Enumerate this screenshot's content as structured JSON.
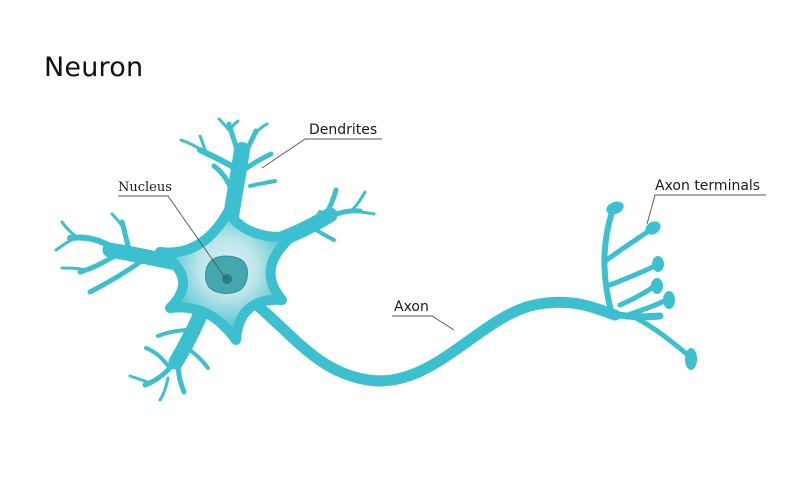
{
  "title": "Neuron",
  "labels": {
    "dendrites": "Dendrites",
    "nucleus": "Nucleus",
    "axon": "Axon",
    "axon_terminals": "Axon terminals"
  },
  "colors": {
    "cell": "#3cc0cf",
    "cell_center": "#d7eef0",
    "nucleus": "#44a7ad",
    "nucleolus": "#1e7f87",
    "leader": "#555555",
    "text": "#1a1a1a"
  }
}
